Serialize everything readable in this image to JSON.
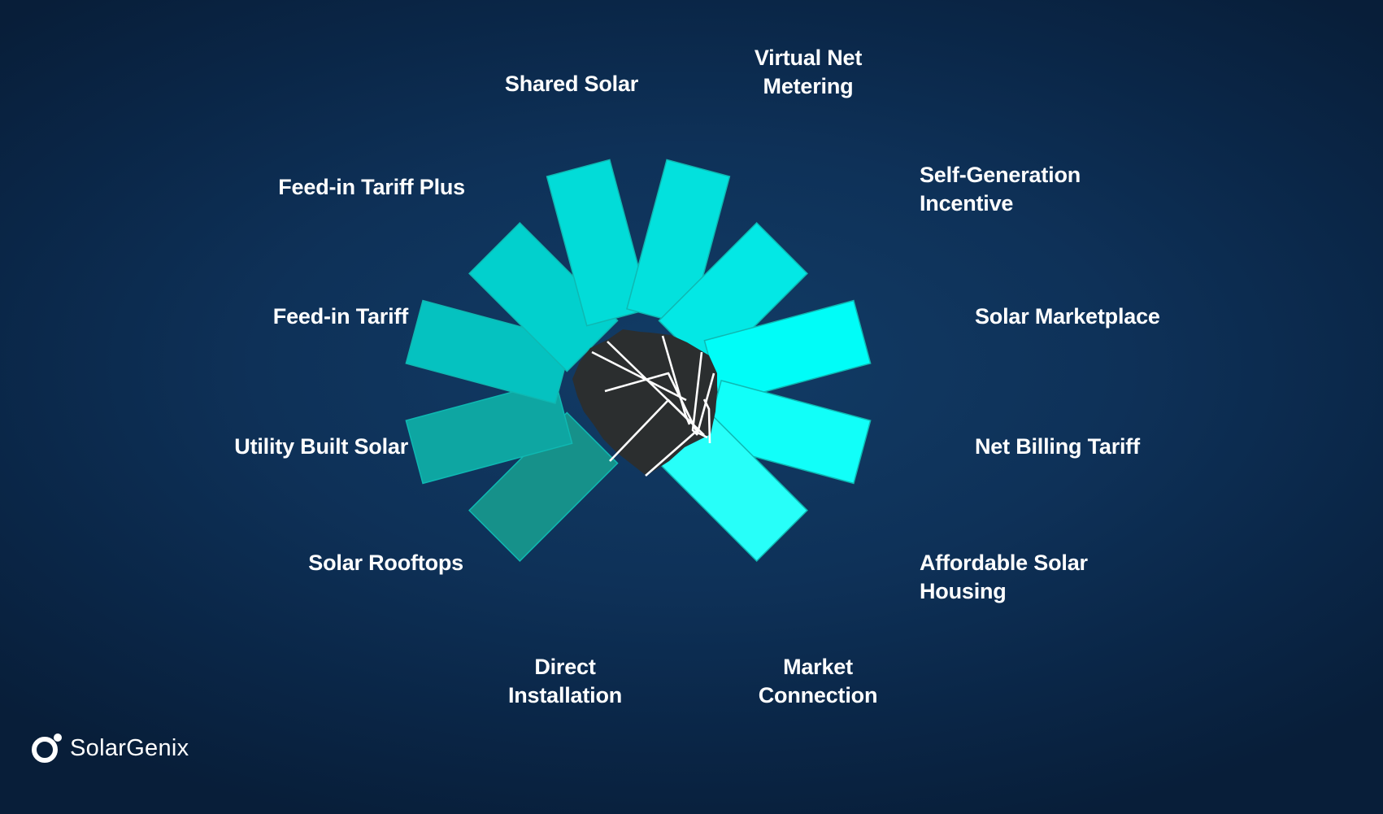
{
  "brand": {
    "name": "SolarGenix",
    "icon": "solargenix-ring-logo-icon"
  },
  "colors": {
    "center_hub": "#2b2e2f",
    "hub_lines": "#ffffff",
    "petal_dark": "#16918a",
    "petal_bright": "#1dfff8"
  },
  "items": [
    {
      "key": "solar-rooftops",
      "lines": [
        "Solar Rooftops"
      ],
      "color": "#16918a"
    },
    {
      "key": "utility-built-solar",
      "lines": [
        "Utility Built Solar"
      ],
      "color": "#0ea6a2"
    },
    {
      "key": "feed-in-tariff",
      "lines": [
        "Feed-in Tariff"
      ],
      "color": "#05c2c0"
    },
    {
      "key": "feed-in-tariff-plus",
      "lines": [
        "Feed-in Tariff Plus"
      ],
      "color": "#02d0cd"
    },
    {
      "key": "shared-solar",
      "lines": [
        "Shared Solar"
      ],
      "color": "#02dcd8"
    },
    {
      "key": "virtual-net-metering",
      "lines": [
        "Virtual Net",
        "Metering"
      ],
      "color": "#03e1dd"
    },
    {
      "key": "self-generation-incentive",
      "lines": [
        "Self-Generation",
        "Incentive"
      ],
      "color": "#03e8e5"
    },
    {
      "key": "solar-marketplace",
      "lines": [
        "Solar Marketplace"
      ],
      "color": "#00fdf8"
    },
    {
      "key": "net-billing-tariff",
      "lines": [
        "Net Billing Tariff"
      ],
      "color": "#11fff9"
    },
    {
      "key": "affordable-solar-housing",
      "lines": [
        "Affordable Solar",
        "Housing"
      ],
      "color": "#27fff9"
    },
    {
      "key": "market-connection",
      "lines": [
        "Market",
        "Connection"
      ],
      "color": null
    },
    {
      "key": "direct-installation",
      "lines": [
        "Direct",
        "Installation"
      ],
      "color": null
    }
  ]
}
